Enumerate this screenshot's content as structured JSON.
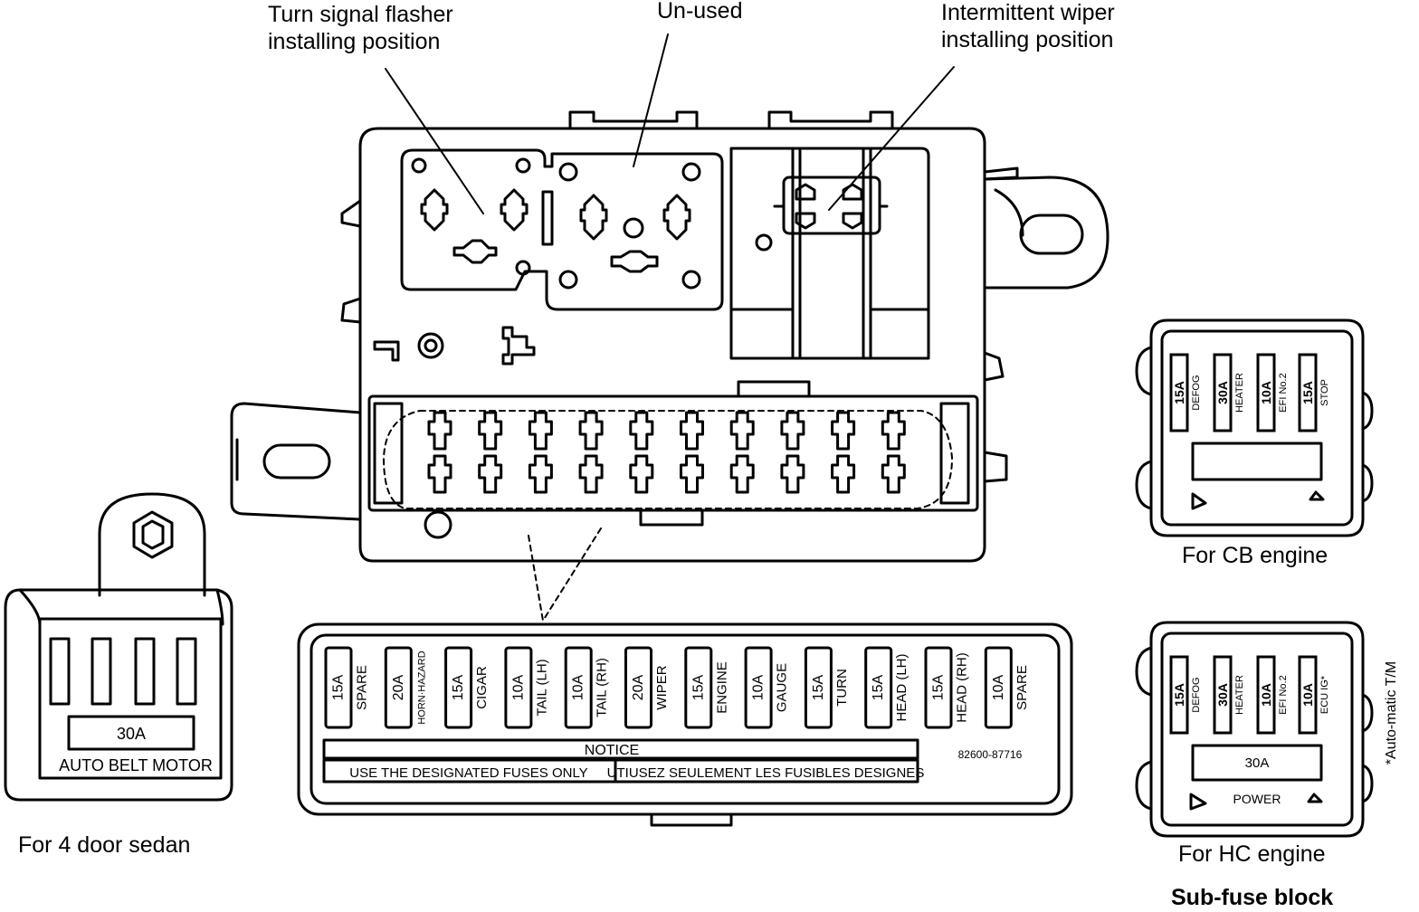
{
  "callouts": {
    "turn_signal_line1": "Turn signal flasher",
    "turn_signal_line2": "installing position",
    "unused": "Un-used",
    "wiper_line1": "Intermittent wiper",
    "wiper_line2": "installing position"
  },
  "main_fuse_label": {
    "fuses": [
      {
        "rating": "15A",
        "circuit": "SPARE"
      },
      {
        "rating": "20A",
        "circuit": "HORN·HAZARD"
      },
      {
        "rating": "15A",
        "circuit": "CIGAR"
      },
      {
        "rating": "10A",
        "circuit": "TAIL (LH)"
      },
      {
        "rating": "10A",
        "circuit": "TAIL (RH)"
      },
      {
        "rating": "20A",
        "circuit": "WIPER"
      },
      {
        "rating": "15A",
        "circuit": "ENGINE"
      },
      {
        "rating": "10A",
        "circuit": "GAUGE"
      },
      {
        "rating": "15A",
        "circuit": "TURN"
      },
      {
        "rating": "15A",
        "circuit": "HEAD (LH)"
      },
      {
        "rating": "15A",
        "circuit": "HEAD (RH)"
      },
      {
        "rating": "10A",
        "circuit": "SPARE"
      }
    ],
    "notice_title": "NOTICE",
    "notice_en": "USE THE DESIGNATED FUSES ONLY",
    "notice_fr": "UTIUSEZ SEULEMENT LES FUSIBLES DESIGNES",
    "part_number": "82600-87716"
  },
  "auto_belt": {
    "rating": "30A",
    "label": "AUTO BELT MOTOR",
    "caption": "For 4 door sedan"
  },
  "cb_block": {
    "fuses": [
      {
        "rating": "15A",
        "circuit": "DEFOG"
      },
      {
        "rating": "30A",
        "circuit": "HEATER"
      },
      {
        "rating": "10A",
        "circuit": "EFI No.2"
      },
      {
        "rating": "15A",
        "circuit": "STOP"
      }
    ],
    "caption": "For CB engine"
  },
  "hc_block": {
    "fuses": [
      {
        "rating": "15A",
        "circuit": "DEFOG"
      },
      {
        "rating": "30A",
        "circuit": "HEATER"
      },
      {
        "rating": "10A",
        "circuit": "EFI No.2"
      },
      {
        "rating": "10A",
        "circuit": "ECU IG*"
      }
    ],
    "power_rating": "30A",
    "power_label": "POWER",
    "caption": "For HC engine",
    "side_note": "*Auto-matic T/M"
  },
  "sub_fuse_title": "Sub-fuse block"
}
